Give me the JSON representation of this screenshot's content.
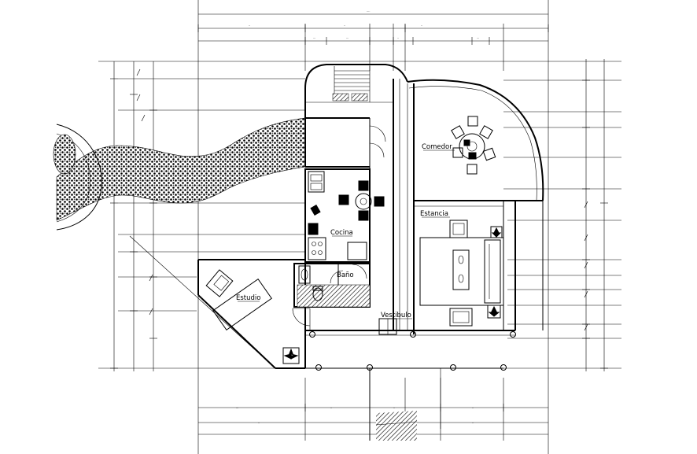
{
  "rooms": {
    "comedor": "Comedor",
    "estancia": "Estancia",
    "cocina": "Cocina",
    "bano": "Baño",
    "estudio": "Estudio",
    "vestibulo": "Vestibulo"
  },
  "colors": {
    "line": "#000000",
    "background": "#ffffff",
    "hatch": "#000000"
  }
}
